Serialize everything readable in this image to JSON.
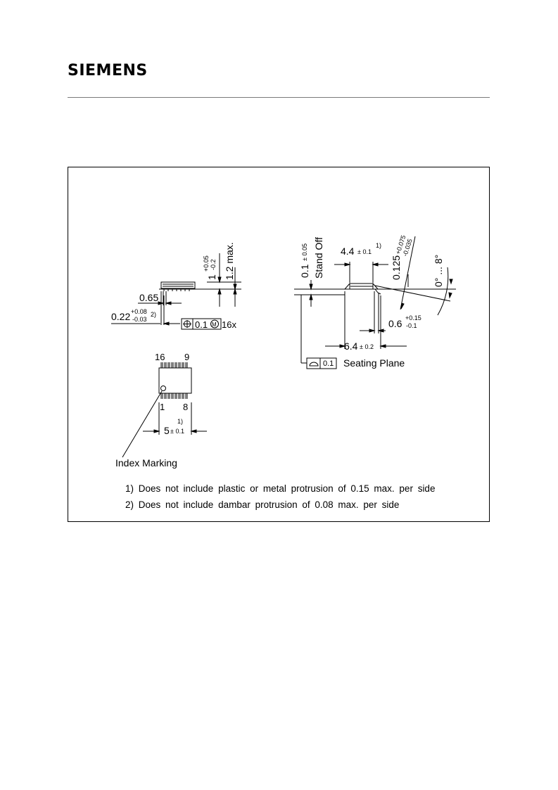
{
  "header": {
    "logo_text": "SIEMENS"
  },
  "drawing": {
    "side_view": {
      "pitch": "0.65",
      "lead_width": "0.22",
      "lead_width_tol_plus": "+0.08",
      "lead_width_tol_minus": "-0.03",
      "lead_width_note": "2)",
      "thickness": "1",
      "thickness_tol_plus": "+0.05",
      "thickness_tol_minus": "-0.2",
      "max_height": "1.2 max.",
      "position_tol": "0.1",
      "position_mod": "M",
      "lead_count": "16x"
    },
    "top_view": {
      "pin_top_left": "16",
      "pin_top_right": "9",
      "pin_bottom_left": "1",
      "pin_bottom_right": "8",
      "body_length": "5",
      "body_length_tol": "± 0.1",
      "body_length_note": "1)",
      "index_label": "Index Marking"
    },
    "end_view": {
      "standoff": "0.1",
      "standoff_tol": "± 0.05",
      "standoff_label": "Stand Off",
      "body_width": "4.4",
      "body_width_tol": "± 0.1",
      "body_width_note": "1)",
      "lead_thickness": "0.125",
      "lead_thickness_tol_plus": "+0.075",
      "lead_thickness_tol_minus": "-0.035",
      "angle": "0° ... 8°",
      "foot_length": "0.6",
      "foot_length_tol_plus": "+0.15",
      "foot_length_tol_minus": "-0.1",
      "overall_width": "6.4",
      "overall_width_tol": "± 0.2",
      "flatness": "0.1",
      "seating_plane": "Seating Plane"
    }
  },
  "notes": [
    "1) Does not include plastic or metal protrusion of 0.15 max. per side",
    "2) Does not include dambar protrusion of 0.08 max. per side"
  ]
}
